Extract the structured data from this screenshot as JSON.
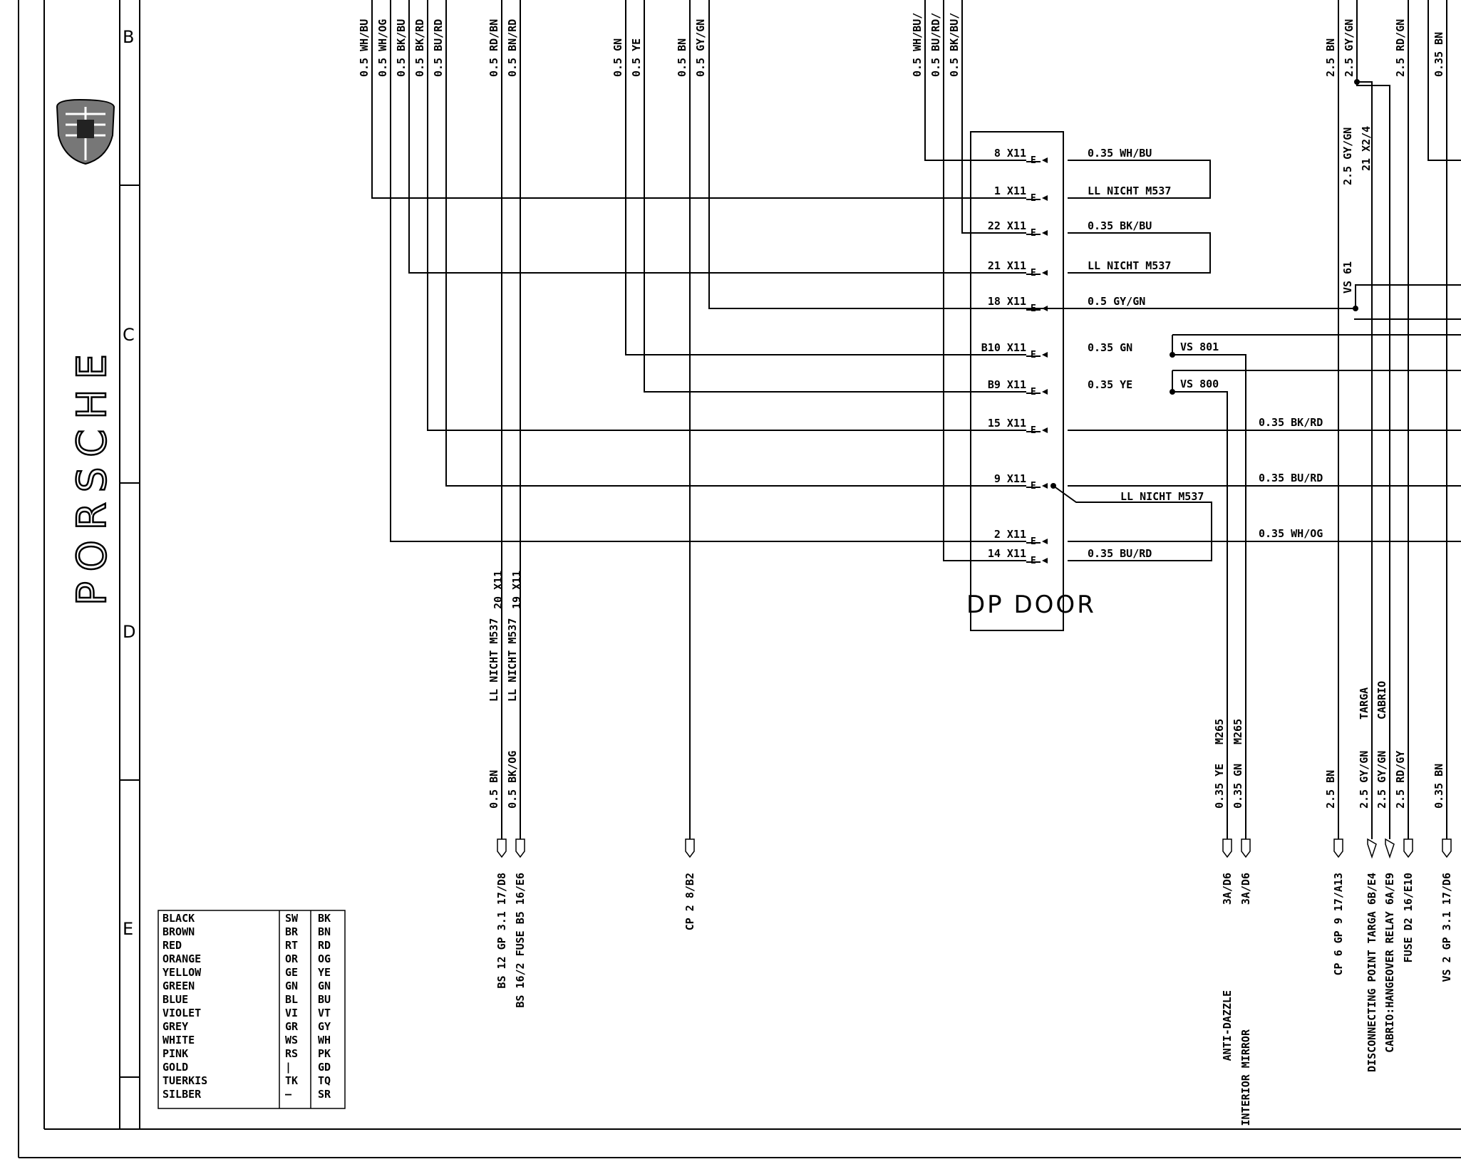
{
  "brand": "PORSCHE",
  "zones": [
    "B",
    "C",
    "D",
    "E"
  ],
  "connector_box": {
    "label": "DP DOOR"
  },
  "pins": [
    {
      "pin": "8 X11",
      "wire": "0.35 WH/BU"
    },
    {
      "pin": "1 X11",
      "wire": "LL NICHT M537"
    },
    {
      "pin": "22 X11",
      "wire": "0.35 BK/BU"
    },
    {
      "pin": "21 X11",
      "wire": "LL NICHT M537"
    },
    {
      "pin": "18 X11",
      "wire": "0.5 GY/GN"
    },
    {
      "pin": "B10 X11",
      "wire": "0.35 GN"
    },
    {
      "pin": "B9 X11",
      "wire": "0.35 YE"
    },
    {
      "pin": "15 X11",
      "wire": ""
    },
    {
      "pin": "9 X11",
      "wire": ""
    },
    {
      "pin": "2 X11",
      "wire": ""
    },
    {
      "pin": "14 X11",
      "wire": "0.35 BU/RD"
    }
  ],
  "splices": [
    "VS 801",
    "VS 800",
    "VS 61"
  ],
  "side_wires": [
    "0.35 BK/RD",
    "0.35 BU/RD",
    "0.35 WH/OG",
    "LL NICHT M537"
  ],
  "top_wires": [
    "0.5 WH/BU",
    "0.5 WH/OG",
    "0.5 BK/BU",
    "0.5 BK/RD",
    "0.5 BU/RD",
    "0.5 RD/BN",
    "0.5 BN/RD",
    "0.5 GN",
    "0.5 YE",
    "0.5 BN",
    "0.5 GY/GN",
    "0.5 WH/BU/",
    "0.5 BU/RD/",
    "0.5 BK/BU/",
    "2.5 BN",
    "2.5 GY/GN",
    "2.5 RD/GN",
    "0.35 BN"
  ],
  "upper_right_labels": [
    "2.5 GY/GN",
    "21 X2/4",
    "VS 61"
  ],
  "bottom_wires": [
    "0.5 BN",
    "LL NICHT M537",
    "0.5 BK/OG",
    "LL NICHT M537",
    "20 X11",
    "19 X11",
    "0.35 YE",
    "M265",
    "0.35 GN",
    "M265",
    "2.5 BN",
    "2.5 GY/GN",
    "TARGA",
    "2.5 GY/GN",
    "CABRIO",
    "2.5 RD/GY",
    "0.35 BN"
  ],
  "destinations": [
    "BS 12 GP 3.1 17/D8",
    "BS 16/2 FUSE B5 16/E6",
    "CP 2 8/B2",
    "ANTI-DAZZLE",
    "INTERIOR MIRROR",
    "3A/D6",
    "3A/D6",
    "CP 6 GP 9 17/A13",
    "DISCONNECTING POINT TARGA 6B/E4",
    "CABRIO:HANGEOVER RELAY 6A/E9",
    "FUSE D2 16/E10",
    "VS 2 GP 3.1 17/D6"
  ],
  "color_legend": [
    [
      "BLACK",
      "SW",
      "BK"
    ],
    [
      "BROWN",
      "BR",
      "BN"
    ],
    [
      "RED",
      "RT",
      "RD"
    ],
    [
      "ORANGE",
      "OR",
      "OG"
    ],
    [
      "YELLOW",
      "GE",
      "YE"
    ],
    [
      "GREEN",
      "GN",
      "GN"
    ],
    [
      "BLUE",
      "BL",
      "BU"
    ],
    [
      "VIOLET",
      "VI",
      "VT"
    ],
    [
      "GREY",
      "GR",
      "GY"
    ],
    [
      "WHITE",
      "WS",
      "WH"
    ],
    [
      "PINK",
      "RS",
      "PK"
    ],
    [
      "GOLD",
      "|",
      "GD"
    ],
    [
      "TUERKIS",
      "TK",
      "TQ"
    ],
    [
      "SILBER",
      "—",
      "SR"
    ]
  ]
}
